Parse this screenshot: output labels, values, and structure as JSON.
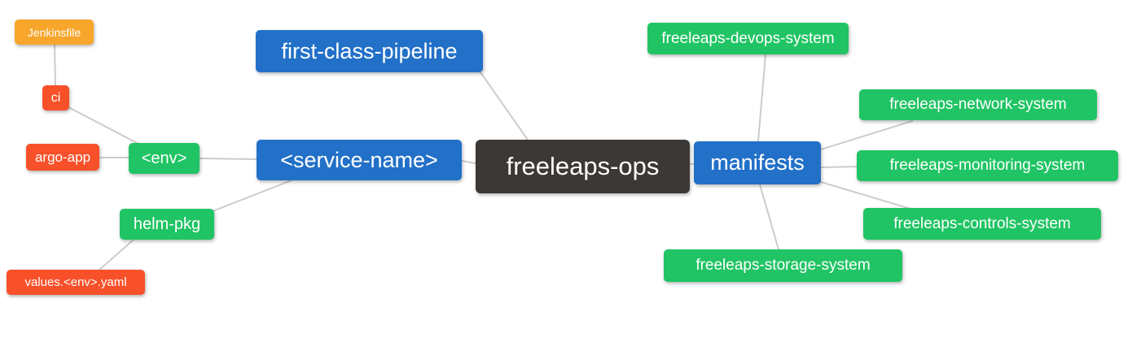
{
  "diagram": {
    "title": "freeleaps-ops",
    "background": "#ffffff",
    "edge_color": "#cccccc",
    "palette": {
      "root": "#3B3835",
      "level1": "#2270C8",
      "level2": "#20C464",
      "level3": "#F8512A",
      "level4": "#F7A62B"
    },
    "nodes": [
      {
        "label": "freeleaps-ops",
        "depth": 0
      },
      {
        "label": "first-class-pipeline",
        "depth": 1
      },
      {
        "label": "<service-name>",
        "depth": 1
      },
      {
        "label": "manifests",
        "depth": 1
      },
      {
        "label": "<env>",
        "depth": 2
      },
      {
        "label": "helm-pkg",
        "depth": 2
      },
      {
        "label": "freeleaps-devops-system",
        "depth": 2
      },
      {
        "label": "freeleaps-network-system",
        "depth": 2
      },
      {
        "label": "freeleaps-monitoring-system",
        "depth": 2
      },
      {
        "label": "freeleaps-controls-system",
        "depth": 2
      },
      {
        "label": "freeleaps-storage-system",
        "depth": 2
      },
      {
        "label": "ci",
        "depth": 3
      },
      {
        "label": "argo-app",
        "depth": 3
      },
      {
        "label": "values.<env>.yaml",
        "depth": 3
      },
      {
        "label": "Jenkinsfile",
        "depth": 4
      }
    ],
    "edges": [
      {
        "from": "Jenkinsfile",
        "to": "ci"
      },
      {
        "from": "ci",
        "to": "<env>"
      },
      {
        "from": "argo-app",
        "to": "<env>"
      },
      {
        "from": "<env>",
        "to": "<service-name>"
      },
      {
        "from": "values.<env>.yaml",
        "to": "helm-pkg"
      },
      {
        "from": "helm-pkg",
        "to": "<service-name>"
      },
      {
        "from": "<service-name>",
        "to": "freeleaps-ops"
      },
      {
        "from": "first-class-pipeline",
        "to": "freeleaps-ops"
      },
      {
        "from": "freeleaps-ops",
        "to": "manifests"
      },
      {
        "from": "manifests",
        "to": "freeleaps-devops-system"
      },
      {
        "from": "manifests",
        "to": "freeleaps-network-system"
      },
      {
        "from": "manifests",
        "to": "freeleaps-monitoring-system"
      },
      {
        "from": "manifests",
        "to": "freeleaps-controls-system"
      },
      {
        "from": "manifests",
        "to": "freeleaps-storage-system"
      }
    ]
  }
}
